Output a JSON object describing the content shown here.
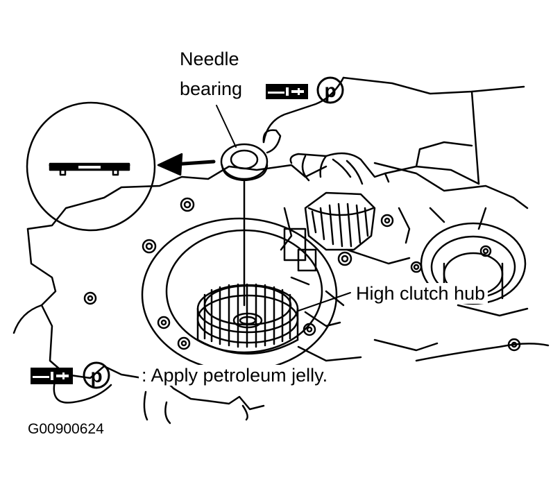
{
  "labels": {
    "needle_line1": "Needle",
    "needle_line2": "bearing",
    "high_clutch_hub": "High clutch hub",
    "legend_text": ": Apply petroleum jelly.",
    "petroleum_symbol": "P",
    "figure_code": "G00900624"
  },
  "icons": {
    "tool": "petroleum-jelly-tool-icon",
    "petroleum": "letter-p-circle-icon",
    "arrow": "left-arrow-icon"
  },
  "colors": {
    "line": "#000000",
    "background": "#ffffff"
  }
}
